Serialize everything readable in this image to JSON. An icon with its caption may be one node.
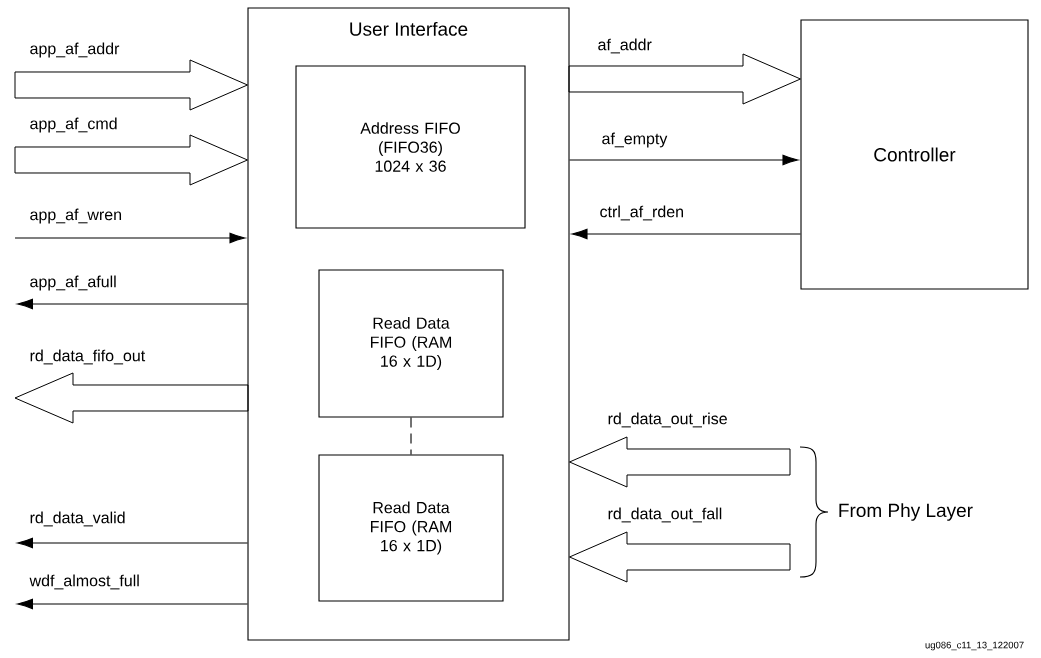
{
  "diagram": {
    "nodes": [
      {
        "text": [
          "User Interface"
        ]
      },
      {
        "text": [
          "Address FIFO (FIFO36) 1024 x 36"
        ],
        "in": 0
      },
      {
        "text": [
          "Read Data FIFO (RAM 16 x 1D)"
        ],
        "in": 0
      },
      {
        "text": [
          "Read Data FIFO (RAM 16 x 1D)"
        ],
        "in": 0
      },
      {
        "text": [
          "Controller"
        ]
      }
    ],
    "edges": [
      {
        "from": null,
        "to": 0,
        "arrow": "to",
        "label": "app_af_addr",
        "style": "thick"
      },
      {
        "from": null,
        "to": 0,
        "arrow": "to",
        "label": "app_af_cmd",
        "style": "thick"
      },
      {
        "from": null,
        "to": 0,
        "arrow": "to",
        "label": "app_af_wren"
      },
      {
        "from": 0,
        "to": null,
        "arrow": "to",
        "label": "app_af_afull"
      },
      {
        "from": 0,
        "to": null,
        "arrow": "to",
        "label": "rd_data_fifo_out",
        "style": "thick"
      },
      {
        "from": 0,
        "to": null,
        "arrow": "to",
        "label": "rd_data_valid"
      },
      {
        "from": 0,
        "to": null,
        "arrow": "to",
        "label": "wdf_almost_full"
      },
      {
        "from": 0,
        "to": 4,
        "arrow": "to",
        "label": "af_addr",
        "style": "thick"
      },
      {
        "from": 0,
        "to": 4,
        "arrow": "to",
        "label": "af_empty"
      },
      {
        "from": 4,
        "to": 0,
        "arrow": "to",
        "label": "ctrl_af_rden"
      },
      {
        "from": null,
        "to": 0,
        "arrow": "to",
        "label": "rd_data_out_rise",
        "style": "thick"
      },
      {
        "from": null,
        "to": 0,
        "arrow": "to",
        "label": "rd_data_out_fall",
        "style": "thick"
      },
      {
        "from": 2,
        "to": 3,
        "arrow": "none",
        "style": "dashed"
      }
    ],
    "labels": [
      "From Phy Layer",
      "ug086_c11_13_122007"
    ]
  }
}
